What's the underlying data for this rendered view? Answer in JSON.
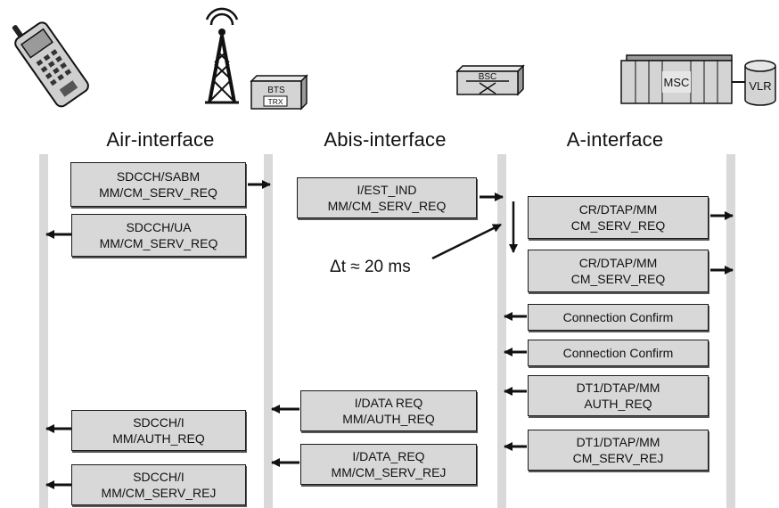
{
  "interfaces": [
    {
      "key": "air",
      "title": "Air-interface"
    },
    {
      "key": "abis",
      "title": "Abis-interface"
    },
    {
      "key": "a",
      "title": "A-interface"
    }
  ],
  "icons": {
    "phone": "mobile-phone-icon",
    "bts": {
      "icon": "bts-tower-icon",
      "label": "BTS",
      "sublabel": "TRX"
    },
    "bsc": {
      "icon": "bsc-icon",
      "label": "BSC"
    },
    "msc": {
      "icon": "msc-icon",
      "label": "MSC"
    },
    "vlr": {
      "icon": "vlr-database-icon",
      "label": "VLR"
    }
  },
  "messages": [
    {
      "id": "m1",
      "lines": [
        "SDCCH/SABM",
        "MM/CM_SERV_REQ"
      ],
      "direction": "right"
    },
    {
      "id": "m2",
      "lines": [
        "SDCCH/UA",
        "MM/CM_SERV_REQ"
      ],
      "direction": "left"
    },
    {
      "id": "m3",
      "lines": [
        "I/EST_IND",
        "MM/CM_SERV_REQ"
      ],
      "direction": "right"
    },
    {
      "id": "m4",
      "lines": [
        "CR/DTAP/MM",
        "CM_SERV_REQ"
      ],
      "direction": "right"
    },
    {
      "id": "m5",
      "lines": [
        "CR/DTAP/MM",
        "CM_SERV_REQ"
      ],
      "direction": "right"
    },
    {
      "id": "m6",
      "lines": [
        "Connection Confirm"
      ],
      "direction": "left"
    },
    {
      "id": "m7",
      "lines": [
        "Connection Confirm"
      ],
      "direction": "left"
    },
    {
      "id": "m8",
      "lines": [
        "DT1/DTAP/MM",
        "AUTH_REQ"
      ],
      "direction": "left"
    },
    {
      "id": "m9",
      "lines": [
        "I/DATA REQ",
        "MM/AUTH_REQ"
      ],
      "direction": "left"
    },
    {
      "id": "m10",
      "lines": [
        "SDCCH/I",
        "MM/AUTH_REQ"
      ],
      "direction": "left"
    },
    {
      "id": "m11",
      "lines": [
        "DT1/DTAP/MM",
        "CM_SERV_REJ"
      ],
      "direction": "left"
    },
    {
      "id": "m12",
      "lines": [
        "I/DATA_REQ",
        "MM/CM_SERV_REJ"
      ],
      "direction": "left"
    },
    {
      "id": "m13",
      "lines": [
        "SDCCH/I",
        "MM/CM_SERV_REJ"
      ],
      "direction": "left"
    }
  ],
  "annotation": {
    "delta_label": "Δt ≈ 20 ms"
  }
}
